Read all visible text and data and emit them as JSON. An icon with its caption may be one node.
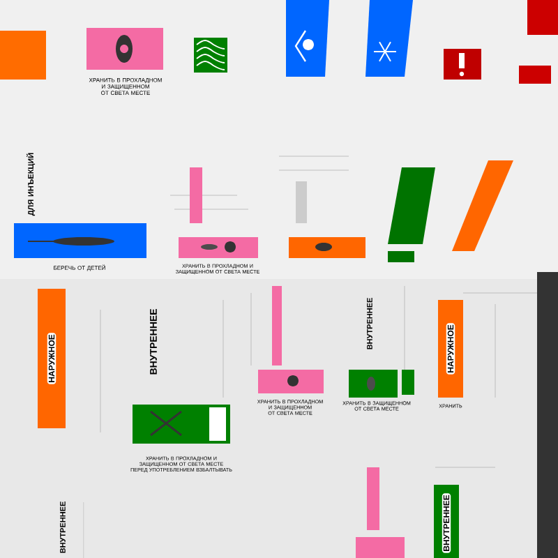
{
  "diagram": {
    "nodes": [
      {
        "text": [
          "НАРУЖНОЕ"
        ]
      },
      {
        "text": [
          "НАРУЖНОЕ"
        ]
      },
      {
        "text": [
          "ВНУТРЕННЕЕ"
        ]
      }
    ],
    "labels": [
      "ХРАНИТЬ В ПРОХЛАДНОМ И ЗАЩИЩЕННОМ ОТ СВЕТА МЕСТЕ",
      "ДЛЯ ИНЪЕКЦИЙ",
      "БЕРЕЧЬ ОТ ДЕТЕЙ",
      "ХРАНИТЬ В ПРОХЛАДНОМ И ЗАЩИЩЕННОМ ОТ СВЕТА МЕСТЕ",
      "ВНУТРЕННЕЕ",
      "ХРАНИТЬ В ПРОХЛАДНОМ И ЗАЩИЩЕННОМ ОТ СВЕТА МЕСТЕ ПЕРЕД УПОТРЕБЛЕНИЕМ ВЗБАЛТЫВАТЬ",
      "ВНУТРЕННЕЕ",
      "ХРАНИТЬ В ПРОХЛАДНОМ И ЗАЩИЩЕННОМ ОТ СВЕТА МЕСТЕ",
      "ХРАНИТЬ В ЗАЩИЩЕННОМ ОТ СВЕТА МЕСТЕ",
      "ХРАНИТЬ",
      "ВНУТРЕННЕЕ"
    ]
  }
}
